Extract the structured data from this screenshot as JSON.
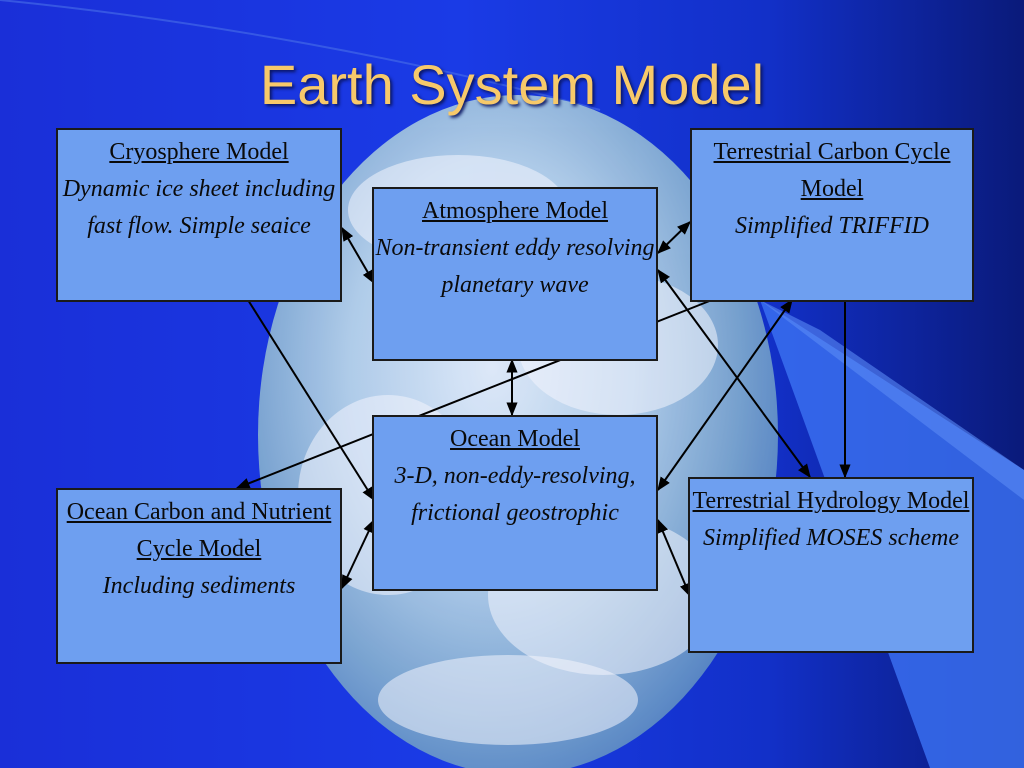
{
  "title": "Earth System Model",
  "boxes": {
    "cryosphere": {
      "name": "Cryosphere Model",
      "desc": "Dynamic ice sheet including fast flow. Simple seaice"
    },
    "atmosphere": {
      "name": "Atmosphere Model",
      "desc": "Non-transient eddy resolving planetary wave"
    },
    "terrestrial_carbon": {
      "name": "Terrestrial Carbon Cycle Model",
      "desc": "Simplified TRIFFID"
    },
    "ocean": {
      "name": "Ocean Model",
      "desc": "3-D, non-eddy-resolving, frictional geostrophic"
    },
    "ocean_carbon": {
      "name": "Ocean Carbon and Nutrient Cycle Model",
      "desc": "Including sediments"
    },
    "terrestrial_hydrology": {
      "name": "Terrestrial Hydrology Model",
      "desc": "Simplified MOSES scheme"
    }
  },
  "colors": {
    "background": "#1a3be6",
    "title": "#f7c96a",
    "box_fill": "#6e9ff0",
    "arrow": "#000000"
  }
}
